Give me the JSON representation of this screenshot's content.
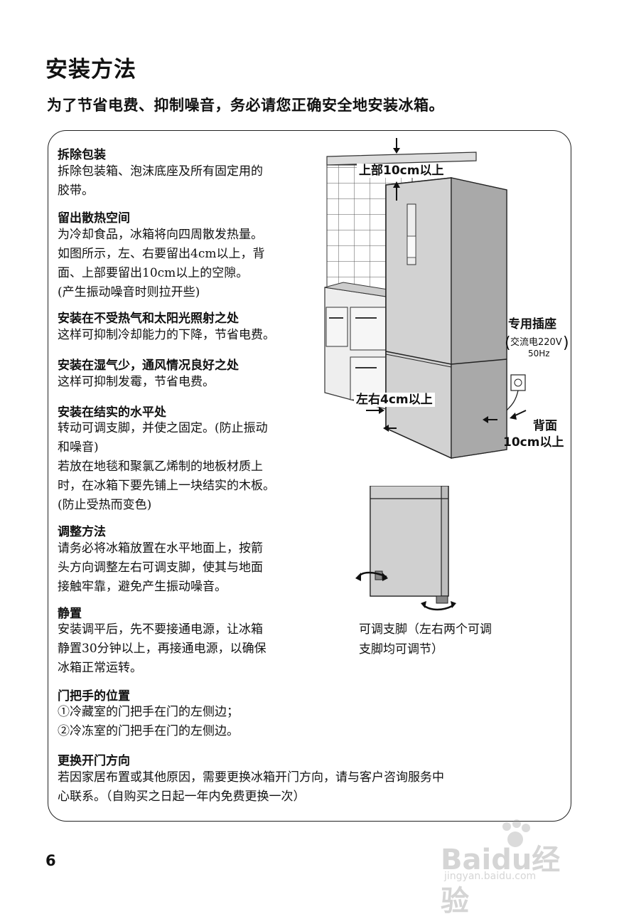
{
  "title": "安装方法",
  "subtitle": "为了节省电费、抑制噪音，务必请您正确安全地安装冰箱。",
  "sections": [
    {
      "title": "拆除包装",
      "lines": [
        "拆除包装箱、泡沫底座及所有固定用的",
        "胶带。"
      ]
    },
    {
      "title": "留出散热空间",
      "lines": [
        "为冷却食品，冰箱将向四周散发热量。",
        "如图所示，左、右要留出4cm以上，背",
        "面、上部要留出10cm以上的空隙。",
        "(产生振动噪音时则拉开些)"
      ]
    },
    {
      "title": "安装在不受热气和太阳光照射之处",
      "lines": [
        "这样可抑制冷却能力的下降，节省电费。"
      ]
    },
    {
      "title": "安装在湿气少，通风情况良好之处",
      "lines": [
        "这样可抑制发霉，节省电费。"
      ]
    },
    {
      "title": "安装在结实的水平处",
      "lines": [
        "转动可调支脚，并使之固定。(防止振动",
        "和噪音)",
        "若放在地毯和聚氯乙烯制的地板材质上",
        "时，在冰箱下要先铺上一块结实的木板。",
        "(防止受热而变色)"
      ]
    },
    {
      "title": "调整方法",
      "lines": [
        "请务必将冰箱放置在水平地面上，按箭",
        "头方向调整左右可调支脚，使其与地面",
        "接触牢靠，避免产生振动噪音。"
      ]
    },
    {
      "title": "静置",
      "lines": [
        "安装调平后，先不要接通电源，让冰箱",
        "静置30分钟以上，再接通电源，以确保",
        "冰箱正常运转。"
      ]
    },
    {
      "title": "门把手的位置",
      "lines": [
        "①冷藏室的门把手在门的左侧边；",
        "②冷冻室的门把手在门的左侧边。"
      ]
    },
    {
      "title": "更换开门方向",
      "lines": [
        "若因家居布置或其他原因，需要更换冰箱开门方向，请与客户咨询服务中",
        "心联系。（自购买之日起一年内免费更换一次）"
      ]
    }
  ],
  "figure": {
    "top_label": "上部10cm以上",
    "outlet_label": "专用插座",
    "outlet_spec_1": "交流电220V",
    "outlet_spec_2": "50Hz",
    "side_label": "左右4cm以上",
    "back_label_1": "背面",
    "back_label_2": "10cm以上",
    "caption_1": "可调支脚（左右两个可调",
    "caption_2": "支脚均可调节）"
  },
  "page_number": "6",
  "watermark": {
    "brand": "Baidu经验",
    "url": "jingyan.baidu.com"
  }
}
